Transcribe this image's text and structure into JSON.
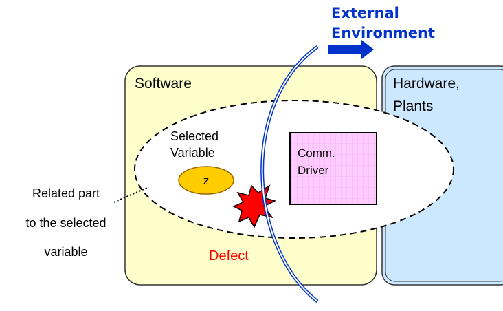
{
  "external_environment": {
    "line1": "External",
    "line2": "Environment",
    "color": "#0033cc"
  },
  "software_box": {
    "label": "Software",
    "fill": "#ffffcc"
  },
  "hardware_box": {
    "label_line1": "Hardware,",
    "label_line2": "Plants",
    "fill": "#cce8ff"
  },
  "selected_variable": {
    "label_line1": "Selected",
    "label_line2": "Variable",
    "value": "z",
    "fill": "#ffcc00"
  },
  "comm_driver": {
    "label_line1": "Comm.",
    "label_line2": "Driver",
    "fill": "#ffccff"
  },
  "related_part": {
    "line1": "Related part",
    "line2": "to the selected",
    "line3": "variable"
  },
  "defect": {
    "label": "Defect",
    "color": "#ff0000"
  }
}
